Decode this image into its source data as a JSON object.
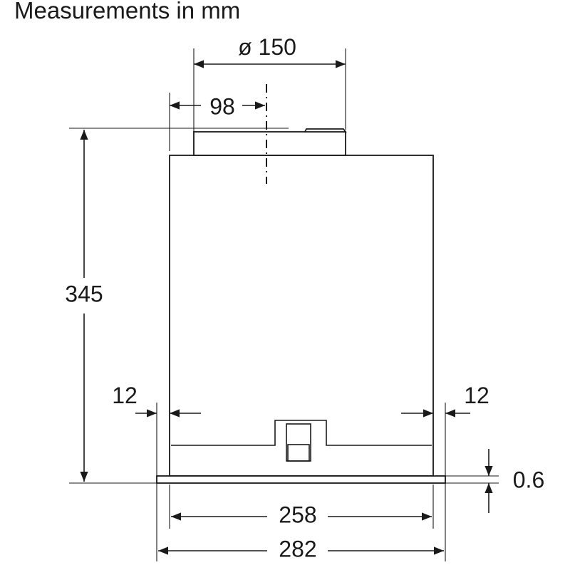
{
  "title": "Measurements in mm",
  "dimensions": {
    "duct_diameter": "ø 150",
    "duct_offset": "98",
    "height": "345",
    "inner_width": "258",
    "outer_width": "282",
    "left_margin": "12",
    "right_margin": "12",
    "frame_thickness": "0.6"
  }
}
